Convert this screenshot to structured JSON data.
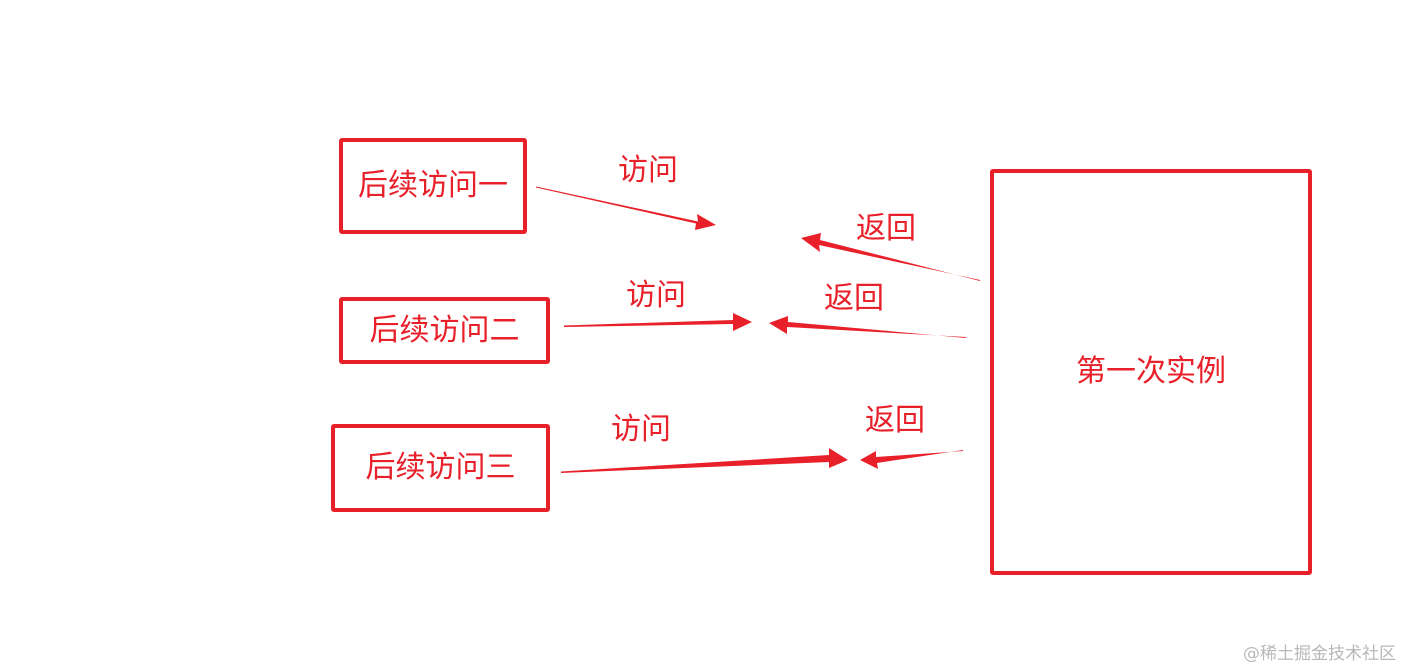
{
  "nodes": {
    "subsequent_1": "后续访问一",
    "subsequent_2": "后续访问二",
    "subsequent_3": "后续访问三",
    "first_instance": "第一次实例"
  },
  "edges": {
    "visit_1": "访问",
    "return_1": "返回",
    "visit_2": "访问",
    "return_2": "返回",
    "visit_3": "访问",
    "return_3": "返回"
  },
  "watermark": "@稀土掘金技术社区",
  "colors": {
    "accent": "#e8202a",
    "watermark": "#b8b8b8",
    "background": "#ffffff"
  }
}
